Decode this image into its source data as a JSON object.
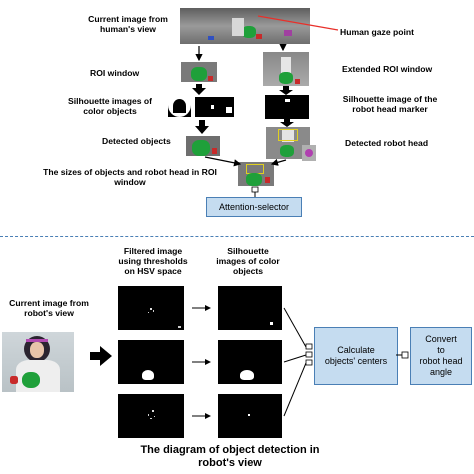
{
  "top": {
    "current_image_label": "Current image from\nhuman's view",
    "human_gaze_label": "Human gaze point",
    "roi_window_label": "ROI window",
    "extended_roi_label": "Extended ROI window",
    "silhouette_color_label": "Silhouette images of\ncolor objects",
    "silhouette_marker_label": "Silhouette image of the\nrobot head marker",
    "detected_objects_label": "Detected objects",
    "detected_head_label": "Detected robot head",
    "sizes_label": "The sizes of objects and robot head in ROI\nwindow",
    "attention_selector": "Attention-selector"
  },
  "bottom": {
    "filtered_label": "Filtered image\nusing thresholds\non HSV space",
    "silhouette_label": "Silhouette\nimages of color\nobjects",
    "robot_view_label": "Current image from\nrobot's view",
    "calculate_box": "Calculate\nobjects' centers",
    "convert_box": "Convert\nto\nrobot head\nangle",
    "caption": "The diagram of object detection in\nrobot's view"
  },
  "colors": {
    "box_fill": "#c5dcf0",
    "box_border": "#4a7fb5",
    "gaze_line": "#e8302a",
    "detect_yellow": "#e0d020",
    "object_green": "#1fa03a"
  }
}
